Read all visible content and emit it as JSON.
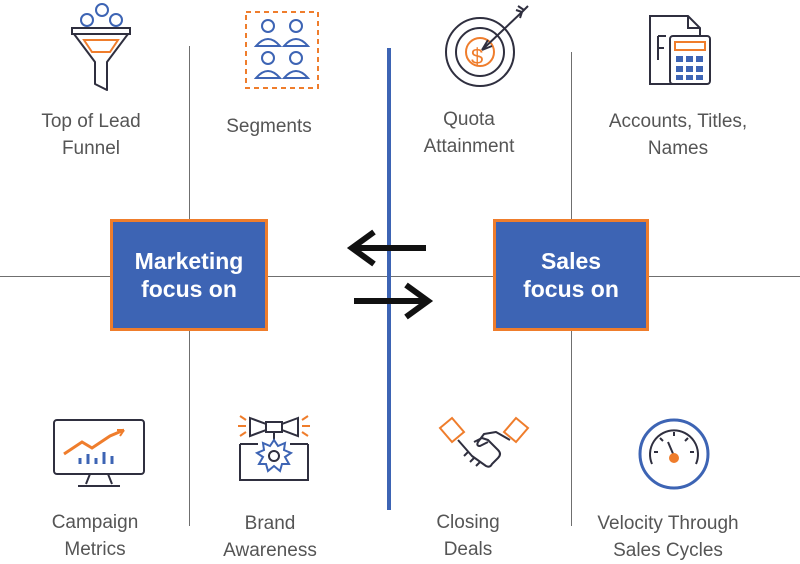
{
  "colors": {
    "box_fill": "#3d64b4",
    "box_border": "#ef7d2c",
    "divider_blue": "#3d64b4",
    "grid_line": "#6f6f6f",
    "icon_dark": "#2f2f3f",
    "icon_orange": "#ef7d2c",
    "icon_blue": "#3d64b4",
    "text_gray": "#555555"
  },
  "center": {
    "marketing": {
      "line1": "Marketing",
      "line2": "focus on"
    },
    "sales": {
      "line1": "Sales",
      "line2": "focus on"
    },
    "arrows": [
      "arrow-left-icon",
      "arrow-right-icon"
    ]
  },
  "marketing_items": [
    {
      "icon": "funnel-icon",
      "line1": "Top of Lead",
      "line2": "Funnel"
    },
    {
      "icon": "segments-icon",
      "line1": "Segments",
      "line2": ""
    },
    {
      "icon": "campaign-metrics-icon",
      "line1": "Campaign",
      "line2": "Metrics"
    },
    {
      "icon": "brand-awareness-icon",
      "line1": "Brand",
      "line2": "Awareness"
    }
  ],
  "sales_items": [
    {
      "icon": "target-icon",
      "line1": "Quota",
      "line2": "Attainment"
    },
    {
      "icon": "accounts-calculator-icon",
      "line1": "Accounts, Titles,",
      "line2": "Names"
    },
    {
      "icon": "handshake-icon",
      "line1": "Closing",
      "line2": "Deals"
    },
    {
      "icon": "speedometer-icon",
      "line1": "Velocity Through",
      "line2": "Sales Cycles"
    }
  ]
}
